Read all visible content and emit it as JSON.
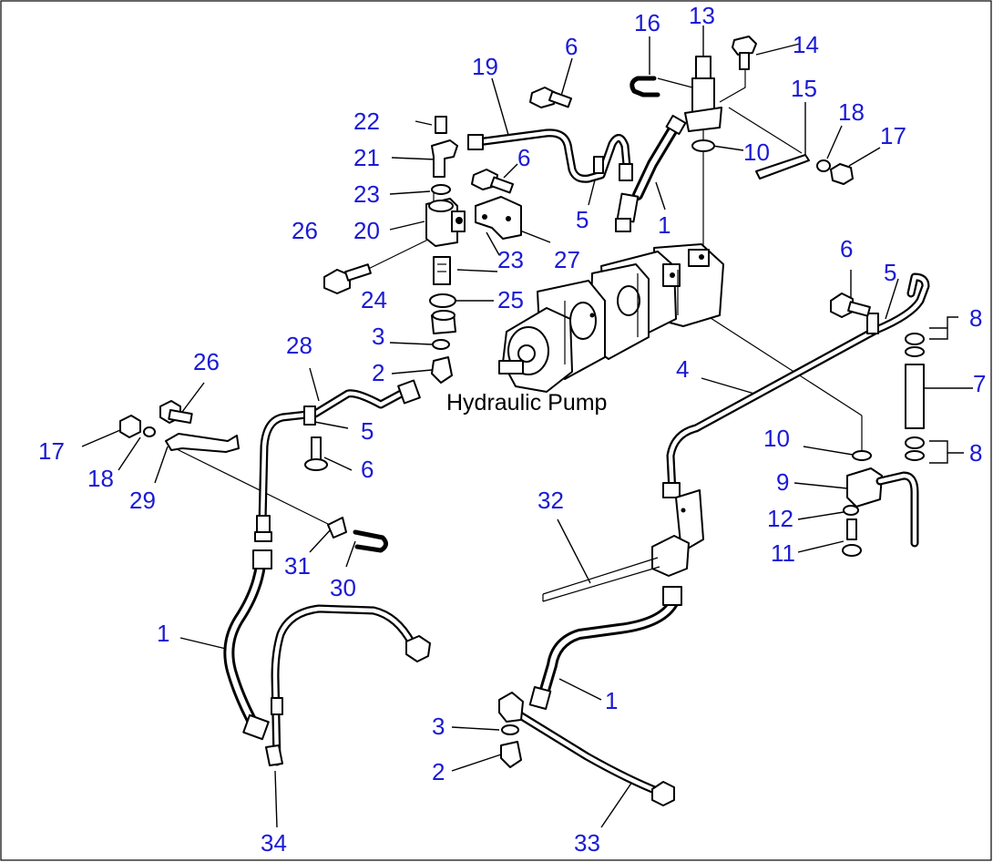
{
  "caption": "Hydraulic Pump",
  "callouts": [
    {
      "id": "c-13a",
      "text": "13"
    },
    {
      "id": "c-16a",
      "text": "16"
    },
    {
      "id": "c-14a",
      "text": "14"
    },
    {
      "id": "c-6a",
      "text": "6"
    },
    {
      "id": "c-19a",
      "text": "19"
    },
    {
      "id": "c-15a",
      "text": "15"
    },
    {
      "id": "c-22a",
      "text": "22"
    },
    {
      "id": "c-18a",
      "text": "18"
    },
    {
      "id": "c-17a",
      "text": "17"
    },
    {
      "id": "c-10a",
      "text": "10"
    },
    {
      "id": "c-21a",
      "text": "21"
    },
    {
      "id": "c-6b",
      "text": "6"
    },
    {
      "id": "c-23a",
      "text": "23"
    },
    {
      "id": "c-5a",
      "text": "5"
    },
    {
      "id": "c-1a",
      "text": "1"
    },
    {
      "id": "c-26a",
      "text": "26"
    },
    {
      "id": "c-20a",
      "text": "20"
    },
    {
      "id": "c-23b",
      "text": "23"
    },
    {
      "id": "c-27a",
      "text": "27"
    },
    {
      "id": "c-6c",
      "text": "6"
    },
    {
      "id": "c-5b",
      "text": "5"
    },
    {
      "id": "c-24a",
      "text": "24"
    },
    {
      "id": "c-25a",
      "text": "25"
    },
    {
      "id": "c-8a",
      "text": "8"
    },
    {
      "id": "c-3a",
      "text": "3"
    },
    {
      "id": "c-28a",
      "text": "28"
    },
    {
      "id": "c-26b",
      "text": "26"
    },
    {
      "id": "c-2a",
      "text": "2"
    },
    {
      "id": "c-4a",
      "text": "4"
    },
    {
      "id": "c-7a",
      "text": "7"
    },
    {
      "id": "c-5c",
      "text": "5"
    },
    {
      "id": "c-10b",
      "text": "10"
    },
    {
      "id": "c-17b",
      "text": "17"
    },
    {
      "id": "c-6d",
      "text": "6"
    },
    {
      "id": "c-8b",
      "text": "8"
    },
    {
      "id": "c-18b",
      "text": "18"
    },
    {
      "id": "c-29a",
      "text": "29"
    },
    {
      "id": "c-9a",
      "text": "9"
    },
    {
      "id": "c-32a",
      "text": "32"
    },
    {
      "id": "c-12a",
      "text": "12"
    },
    {
      "id": "c-11a",
      "text": "11"
    },
    {
      "id": "c-31a",
      "text": "31"
    },
    {
      "id": "c-30a",
      "text": "30"
    },
    {
      "id": "c-1b",
      "text": "1"
    },
    {
      "id": "c-1c",
      "text": "1"
    },
    {
      "id": "c-3b",
      "text": "3"
    },
    {
      "id": "c-2b",
      "text": "2"
    },
    {
      "id": "c-34a",
      "text": "34"
    },
    {
      "id": "c-33a",
      "text": "33"
    }
  ]
}
